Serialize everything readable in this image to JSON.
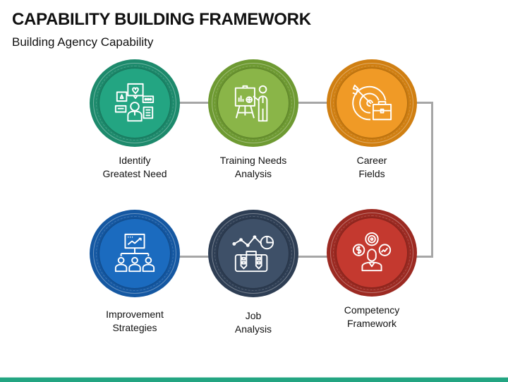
{
  "header": {
    "title": "CAPABILITY BUILDING FRAMEWORK",
    "subtitle": "Building Agency Capability"
  },
  "steps": [
    {
      "label_line1": "Identify",
      "label_line2": "Greatest Need",
      "icon": "communication-person-icon",
      "ring_color": "#1d8a6c",
      "fill_color": "#23a582"
    },
    {
      "label_line1": "Training Needs",
      "label_line2": "Analysis",
      "icon": "presentation-trainer-icon",
      "ring_color": "#6e9a32",
      "fill_color": "#8ab548"
    },
    {
      "label_line1": "Career",
      "label_line2": "Fields",
      "icon": "target-briefcase-icon",
      "ring_color": "#d07f12",
      "fill_color": "#f09a26"
    },
    {
      "label_line1": "Competency",
      "label_line2": "Framework",
      "icon": "person-target-money-growth-icon",
      "ring_color": "#9c2a22",
      "fill_color": "#c4392f"
    },
    {
      "label_line1": "Job",
      "label_line2": "Analysis",
      "icon": "briefcase-analytics-icon",
      "ring_color": "#2e3e54",
      "fill_color": "#3e5068"
    },
    {
      "label_line1": "Improvement",
      "label_line2": "Strategies",
      "icon": "team-growth-chart-icon",
      "ring_color": "#1558a2",
      "fill_color": "#1b6bbf"
    }
  ],
  "colors": {
    "connector": "#a6a6a6",
    "footer_band": "#23a582"
  }
}
